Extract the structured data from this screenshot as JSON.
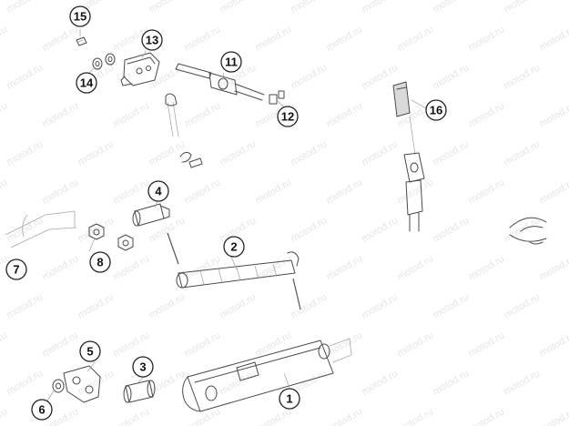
{
  "watermark": "motod.ru",
  "callouts": [
    {
      "number": "1"
    },
    {
      "number": "2"
    },
    {
      "number": "3"
    },
    {
      "number": "4"
    },
    {
      "number": "5"
    },
    {
      "number": "6"
    },
    {
      "number": "7"
    },
    {
      "number": "8"
    },
    {
      "number": "11"
    },
    {
      "number": "12"
    },
    {
      "number": "13"
    },
    {
      "number": "14"
    },
    {
      "number": "15"
    },
    {
      "number": "16"
    }
  ]
}
